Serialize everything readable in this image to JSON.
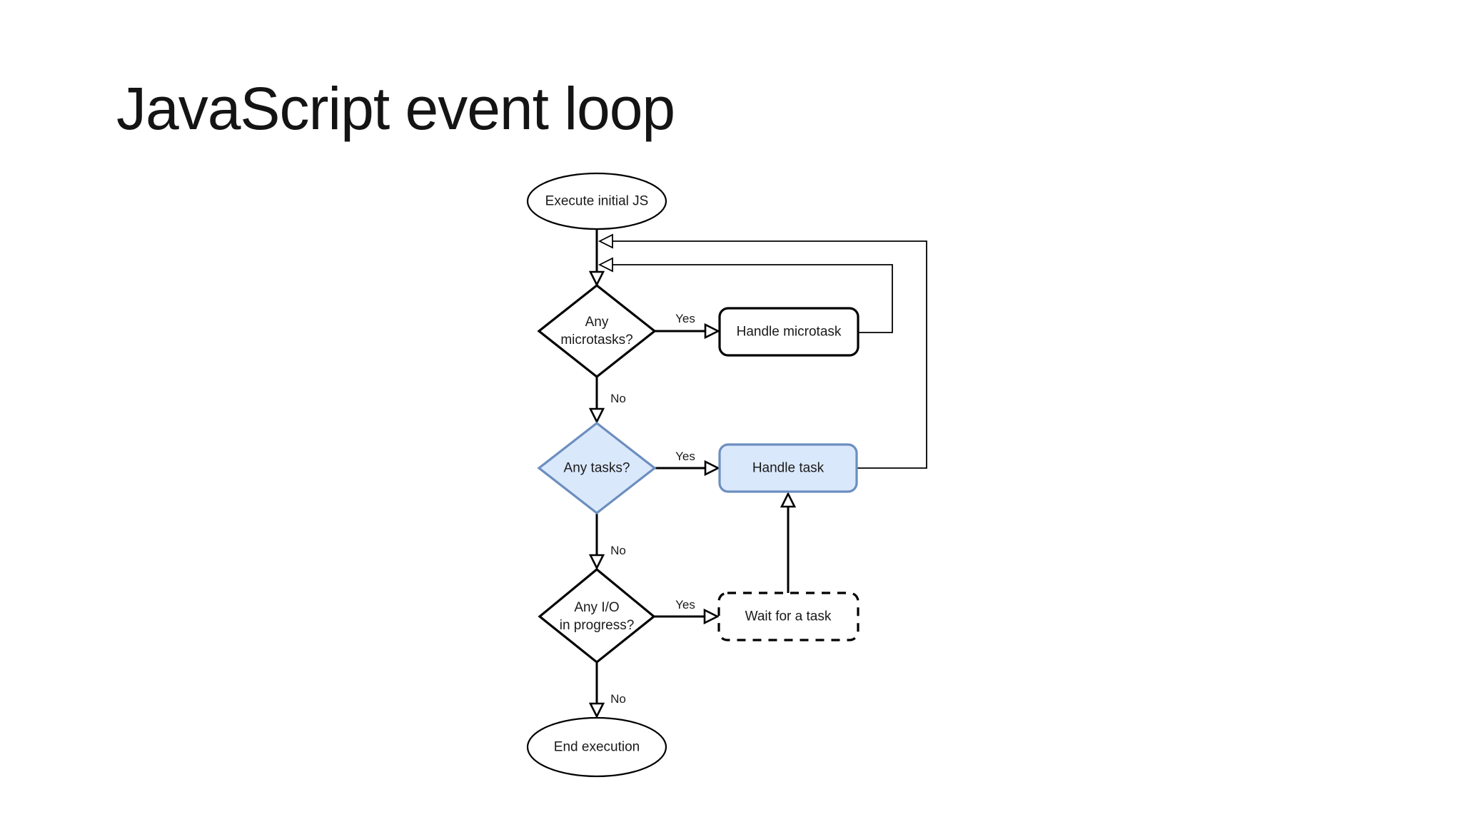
{
  "slide": {
    "title": "JavaScript event loop"
  },
  "colors": {
    "background": "#ffffff",
    "line": "#000000",
    "highlight_fill": "#dae8fc",
    "highlight_border": "#6c8ebf"
  },
  "nodes": {
    "start": {
      "label": "Execute initial JS",
      "shape": "ellipse"
    },
    "microtasks_decision": {
      "line1": "Any",
      "line2": "microtasks?",
      "shape": "diamond"
    },
    "handle_microtask": {
      "label": "Handle microtask",
      "shape": "rounded-rect"
    },
    "tasks_decision": {
      "label": "Any tasks?",
      "shape": "diamond",
      "highlighted": true
    },
    "handle_task": {
      "label": "Handle task",
      "shape": "rounded-rect",
      "highlighted": true
    },
    "io_decision": {
      "line1": "Any I/O",
      "line2": "in progress?",
      "shape": "diamond"
    },
    "wait_for_task": {
      "label": "Wait for a task",
      "shape": "dashed-rounded-rect"
    },
    "end": {
      "label": "End execution",
      "shape": "ellipse"
    }
  },
  "edges": {
    "microtasks_yes": "Yes",
    "microtasks_no": "No",
    "tasks_yes": "Yes",
    "tasks_no": "No",
    "io_yes": "Yes",
    "io_no": "No"
  }
}
